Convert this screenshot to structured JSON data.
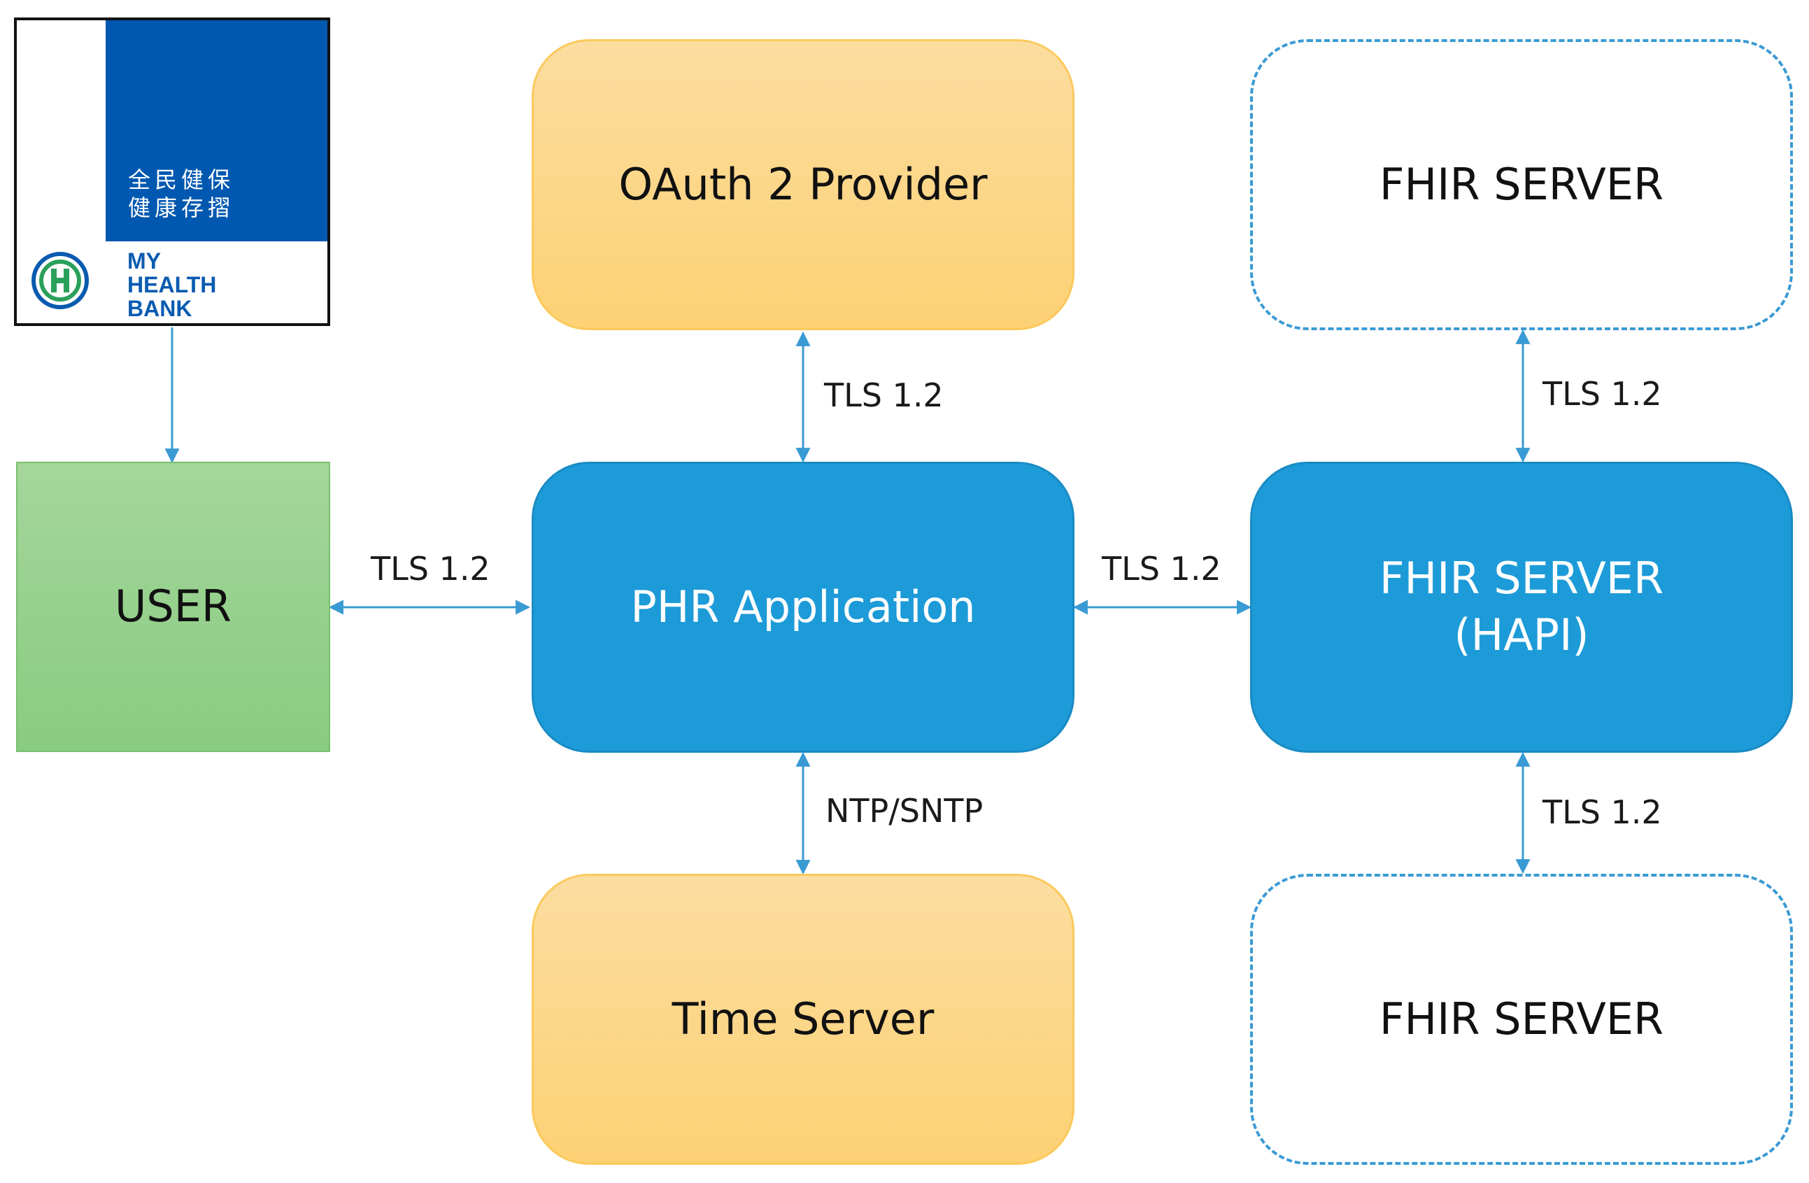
{
  "nodes": {
    "oauth": "OAuth 2 Provider",
    "phr": "PHR Application",
    "time": "Time Server",
    "user": "USER",
    "fhir_top": "FHIR SERVER",
    "fhir_hapi_line1": "FHIR SERVER",
    "fhir_hapi_line2": "(HAPI)",
    "fhir_bottom": "FHIR SERVER"
  },
  "edges": {
    "oauth_phr": "TLS 1.2",
    "user_phr": "TLS 1.2",
    "phr_hapi": "TLS 1.2",
    "phr_time": "NTP/SNTP",
    "fhir_top_hapi": "TLS 1.2",
    "hapi_fhir_bottom": "TLS 1.2"
  },
  "logo": {
    "zh_line1": "全民健保",
    "zh_line2": "健康存摺",
    "en_line1": "MY",
    "en_line2": "HEALTH",
    "en_line3": "BANK"
  },
  "colors": {
    "orange_fill": "#fdd174",
    "blue_fill": "#1d9bd8",
    "green_fill": "#88cc80",
    "dashed_border": "#3a9ad3",
    "arrow": "#3a9ad3",
    "logo_blue": "#0058b0"
  }
}
